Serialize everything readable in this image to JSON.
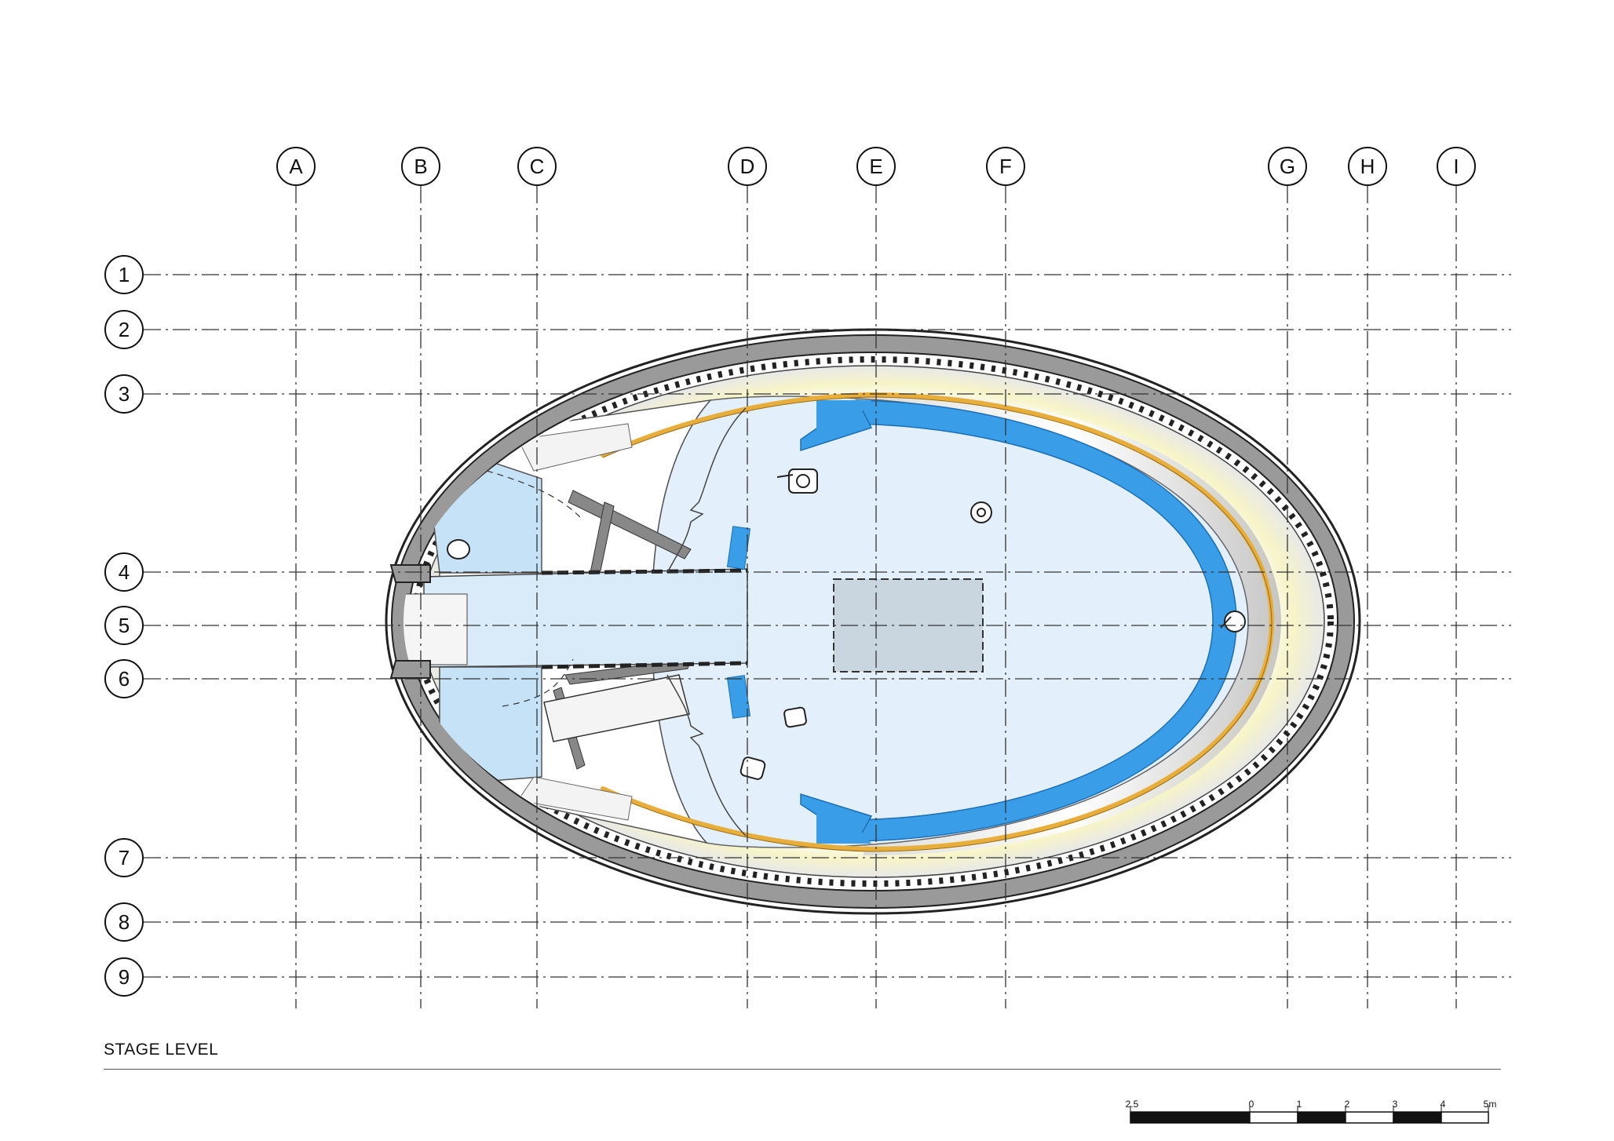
{
  "drawing": {
    "title": "STAGE LEVEL"
  },
  "grid": {
    "columns": [
      "A",
      "B",
      "C",
      "D",
      "E",
      "F",
      "G",
      "H",
      "I"
    ],
    "rows": [
      "1",
      "2",
      "3",
      "4",
      "5",
      "6",
      "7",
      "8",
      "9"
    ]
  },
  "scale_bar": {
    "labels": [
      "2.5",
      "0",
      "1",
      "2",
      "3",
      "4",
      "5m"
    ]
  },
  "colors": {
    "floor": "#e3f0fb",
    "blue_band": "#3a9de8",
    "gold_rail": "#e8ae3c",
    "glow": "#f7f4c8",
    "wall": "#9a9a9a",
    "stage_pit": "#c9d6e0",
    "side_room": "#c6e2f7"
  }
}
